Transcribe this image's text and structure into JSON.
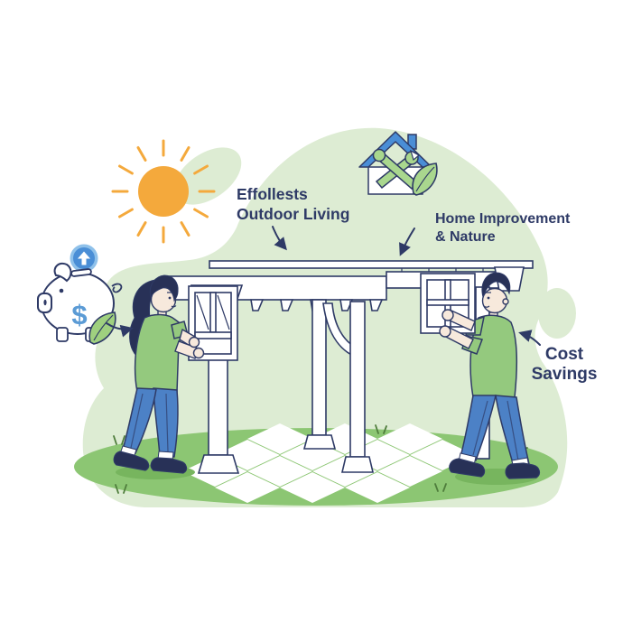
{
  "meta": {
    "title": "Effortless outdoor living illustration"
  },
  "labels": {
    "outdoor_living": {
      "line1": "Effollests",
      "line2": "Outdoor Living"
    },
    "home_improvement": {
      "line1": "Home Improvement",
      "line2": "& Nature"
    },
    "cost_savings": {
      "line1": "Cost",
      "line2": "Savings"
    }
  },
  "piggy_bank": {
    "currency_symbol": "$"
  },
  "icons": [
    "sun-icon",
    "piggy-bank-icon",
    "coin-up-arrow-icon",
    "leaf-icon",
    "house-tools-icon",
    "pergola-structure",
    "window-frame",
    "tile-floor",
    "woman-builder",
    "man-builder"
  ],
  "colors": {
    "navy": "#2e3a66",
    "blob": "#ddecd3",
    "ground": "#8cc673",
    "ground_shadow": "#77b55e",
    "sun": "#f4a93c",
    "blue": "#4a8ed6",
    "coin_ring": "#8fc1ea",
    "dollar": "#5b9bd5",
    "shirt": "#94c97e",
    "jeans": "#4c81c6",
    "skin": "#f7e9dc",
    "hair": "#283157",
    "tool": "#a9d78e",
    "leaf": "#9fd07f",
    "tuft": "#4f7d3c"
  }
}
